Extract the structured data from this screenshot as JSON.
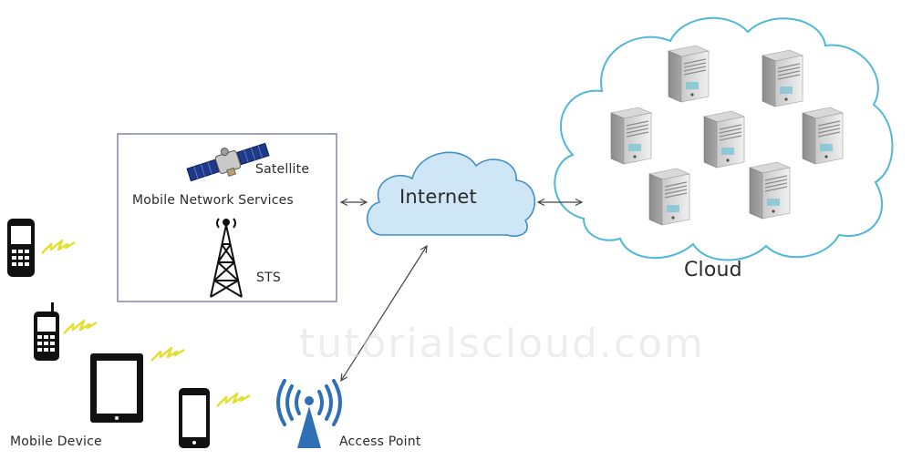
{
  "watermark": "tutorialscloud.com",
  "labels": {
    "satellite": "Satellite",
    "mobile_network_services": "Mobile Network Services",
    "sts": "STS",
    "internet": "Internet",
    "cloud": "Cloud",
    "mobile_device": "Mobile Device",
    "access_point": "Access Point"
  },
  "colors": {
    "internet_fill": "#cfe6f7",
    "cloud_outline": "#4fb8d8",
    "box_outline": "#8a8fa8",
    "lightning": "#e3df2a",
    "access_point": "#2f6fb6"
  },
  "icons": [
    "satellite-icon",
    "tower-icon",
    "server-icon",
    "phone-icon",
    "tablet-icon",
    "smartphone-icon",
    "wifi-icon",
    "lightning-icon"
  ]
}
